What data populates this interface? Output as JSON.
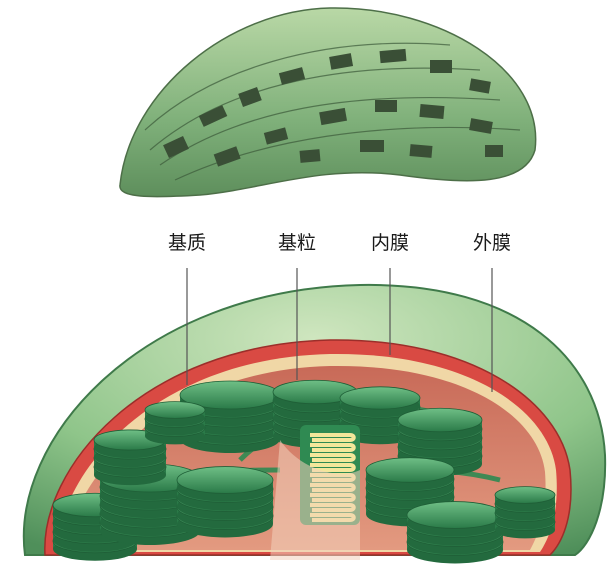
{
  "labels": {
    "stroma": "基质",
    "granum": "基粒",
    "inner_membrane": "内膜",
    "outer_membrane": "外膜"
  },
  "colors": {
    "outer_membrane": "#8fc58a",
    "inner_membrane": "#d94a43",
    "stroma": "#dd8a70",
    "thylakoid": "#2f8a52",
    "thylakoid_light": "#62b07a",
    "leader_line": "#555555"
  }
}
